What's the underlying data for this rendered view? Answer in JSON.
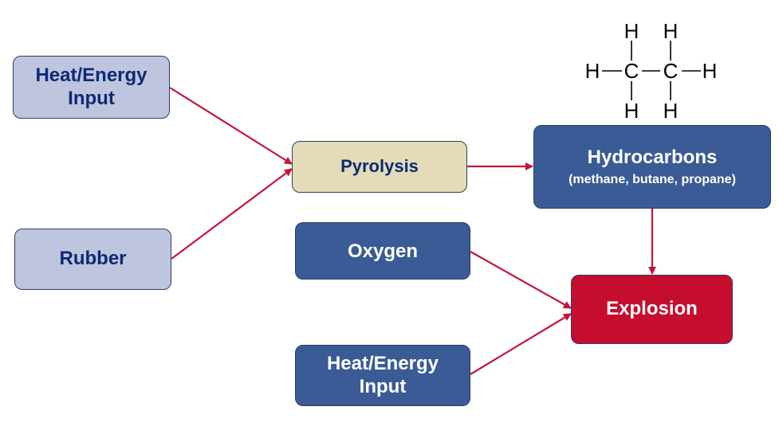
{
  "nodes": {
    "heat_input_1": {
      "line1": "Heat/Energy",
      "line2": "Input"
    },
    "rubber": {
      "label": "Rubber"
    },
    "pyrolysis": {
      "label": "Pyrolysis"
    },
    "hydrocarbons": {
      "label": "Hydrocarbons",
      "sub": "(methane, butane, propane)"
    },
    "oxygen": {
      "label": "Oxygen"
    },
    "heat_input_2": {
      "line1": "Heat/Energy",
      "line2": "Input"
    },
    "explosion": {
      "label": "Explosion"
    }
  },
  "molecule": {
    "atoms": [
      "H",
      "H",
      "H",
      "C",
      "C",
      "H",
      "H",
      "H"
    ]
  },
  "edges": [
    {
      "from": "Heat/Energy Input",
      "to": "Pyrolysis"
    },
    {
      "from": "Rubber",
      "to": "Pyrolysis"
    },
    {
      "from": "Pyrolysis",
      "to": "Hydrocarbons"
    },
    {
      "from": "Hydrocarbons",
      "to": "Explosion"
    },
    {
      "from": "Oxygen",
      "to": "Explosion"
    },
    {
      "from": "Heat/Energy Input",
      "to": "Explosion"
    }
  ],
  "colors": {
    "arrow": "#c0163a",
    "lavender_box": "#bfc4df",
    "tan_box": "#e4dcb8",
    "blue_box": "#3a5b95",
    "red_box": "#c50e2e",
    "dark_text": "#0c2a75"
  }
}
